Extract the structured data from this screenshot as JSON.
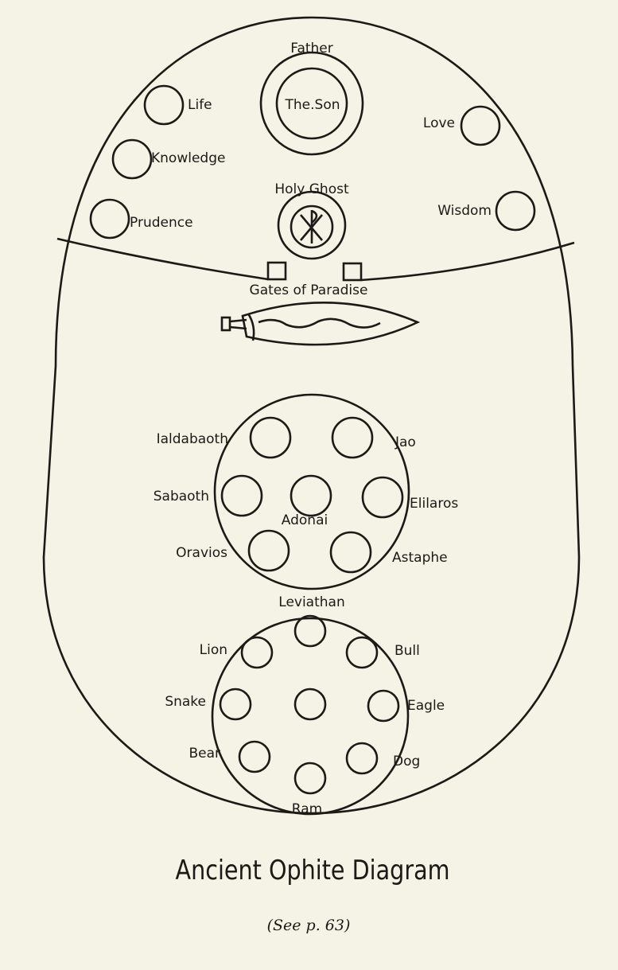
{
  "diagram": {
    "title": "Ancient Ophite Diagram",
    "caption": "(See p. 63)",
    "upper": {
      "father": "Father",
      "son": "The.Son",
      "holy_ghost": "Holy Ghost",
      "virtues_left": [
        "Life",
        "Knowledge",
        "Prudence"
      ],
      "virtues_right": [
        "Love",
        "Wisdom"
      ]
    },
    "divider": {
      "gates_label": "Gates of Paradise"
    },
    "planetary": {
      "names": [
        "Ialdabaoth",
        "Jao",
        "Sabaoth",
        "Elilaros",
        "Adonai",
        "Oravios",
        "Astaphe"
      ]
    },
    "animals": {
      "names": [
        "Leviathan",
        "Lion",
        "Bull",
        "Snake",
        "Eagle",
        "Bear",
        "Dog",
        "Ram"
      ]
    }
  }
}
